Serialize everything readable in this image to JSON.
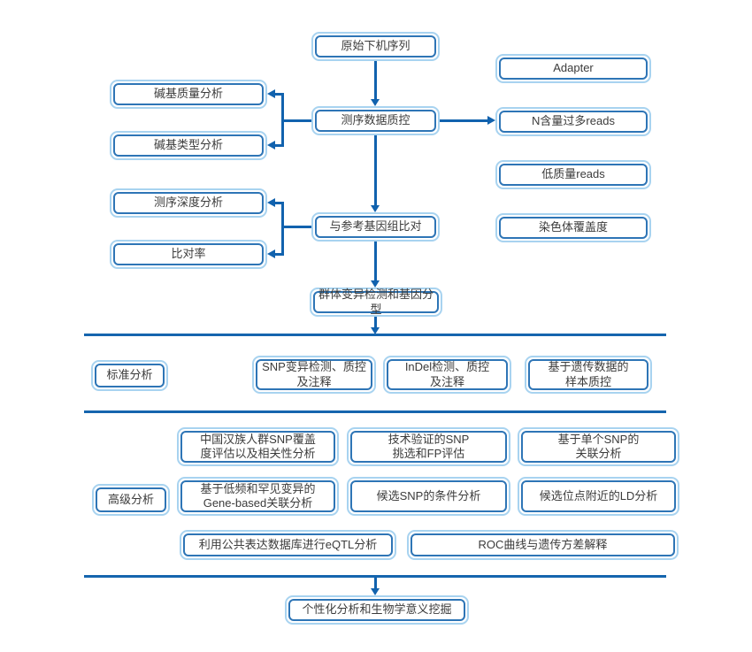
{
  "diagram": {
    "colors": {
      "arrow_blue": "#1162ae",
      "divider_blue": "#1565ae",
      "box_inner_border": "#2e75b6",
      "box_outer_border": "#a8d3f0",
      "text": "#3b3b3b"
    },
    "flow_nodes": {
      "raw_sequence": "原始下机序列",
      "adapter": "Adapter",
      "base_quality": "碱基质量分析",
      "seq_qc": "测序数据质控",
      "n_reads": "N含量过多reads",
      "base_type": "碱基类型分析",
      "low_quality_reads": "低质量reads",
      "seq_depth": "测序深度分析",
      "chromosome_coverage": "染色体覆盖度",
      "align_reference": "与参考基因组比对",
      "mapping_rate": "比对率",
      "variant_genotyping": "群体变异检测和基因分型"
    },
    "standard_section": {
      "label": "标准分析",
      "snp": "SNP变异检测、质控\n及注释",
      "indel": "InDel检测、质控\n及注释",
      "sample_qc": "基于遗传数据的\n样本质控"
    },
    "advanced_section": {
      "label": "高级分析",
      "han_snp_coverage": "中国汉族人群SNP覆盖\n度评估以及相关性分析",
      "tech_snp_fp": "技术验证的SNP\n挑选和FP评估",
      "single_snp_assoc": "基于单个SNP的\n关联分析",
      "gene_based": "基于低频和罕见变异的\nGene-based关联分析",
      "conditional_snp": "候选SNP的条件分析",
      "ld_analysis": "候选位点附近的LD分析",
      "eqtl": "利用公共表达数据库进行eQTL分析",
      "roc": "ROC曲线与遗传方差解释"
    },
    "final_node": "个性化分析和生物学意义挖掘"
  }
}
